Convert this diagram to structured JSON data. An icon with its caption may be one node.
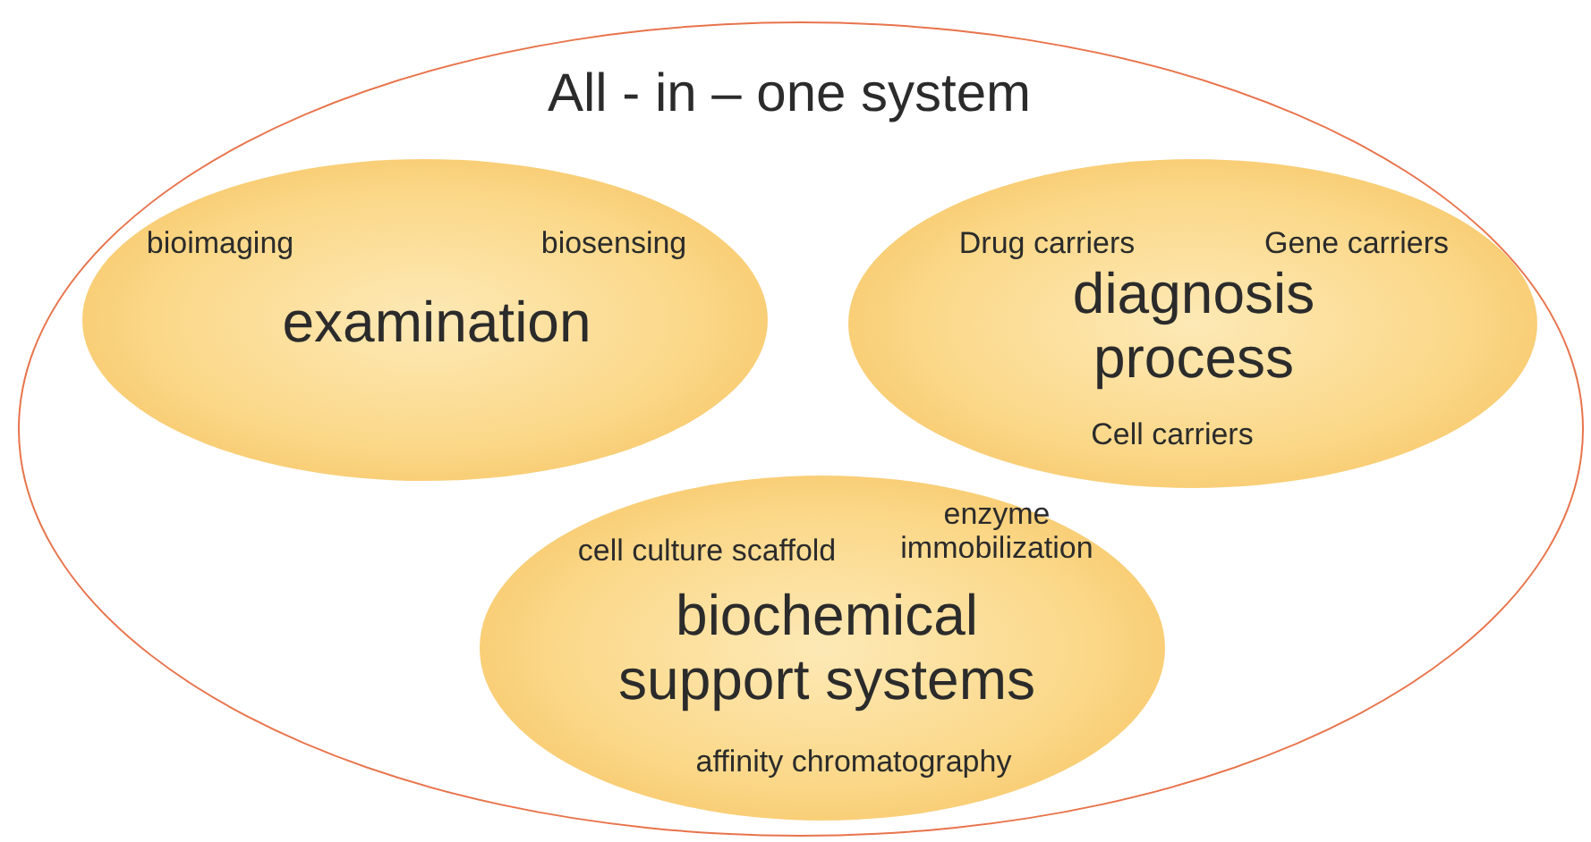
{
  "diagram": {
    "nodes": [
      {
        "text": [
          "All - in – one system"
        ]
      },
      {
        "text": [
          "bioimaging",
          "biosensing",
          "examination"
        ],
        "in": 0
      },
      {
        "text": [
          "Drug carriers",
          "Gene carriers",
          "diagnosis process",
          "Cell carriers"
        ],
        "in": 0
      },
      {
        "text": [
          "cell culture scaffold",
          "enzyme immobilization",
          "biochemical support systems",
          "affinity chromatography"
        ],
        "in": 0
      }
    ]
  }
}
